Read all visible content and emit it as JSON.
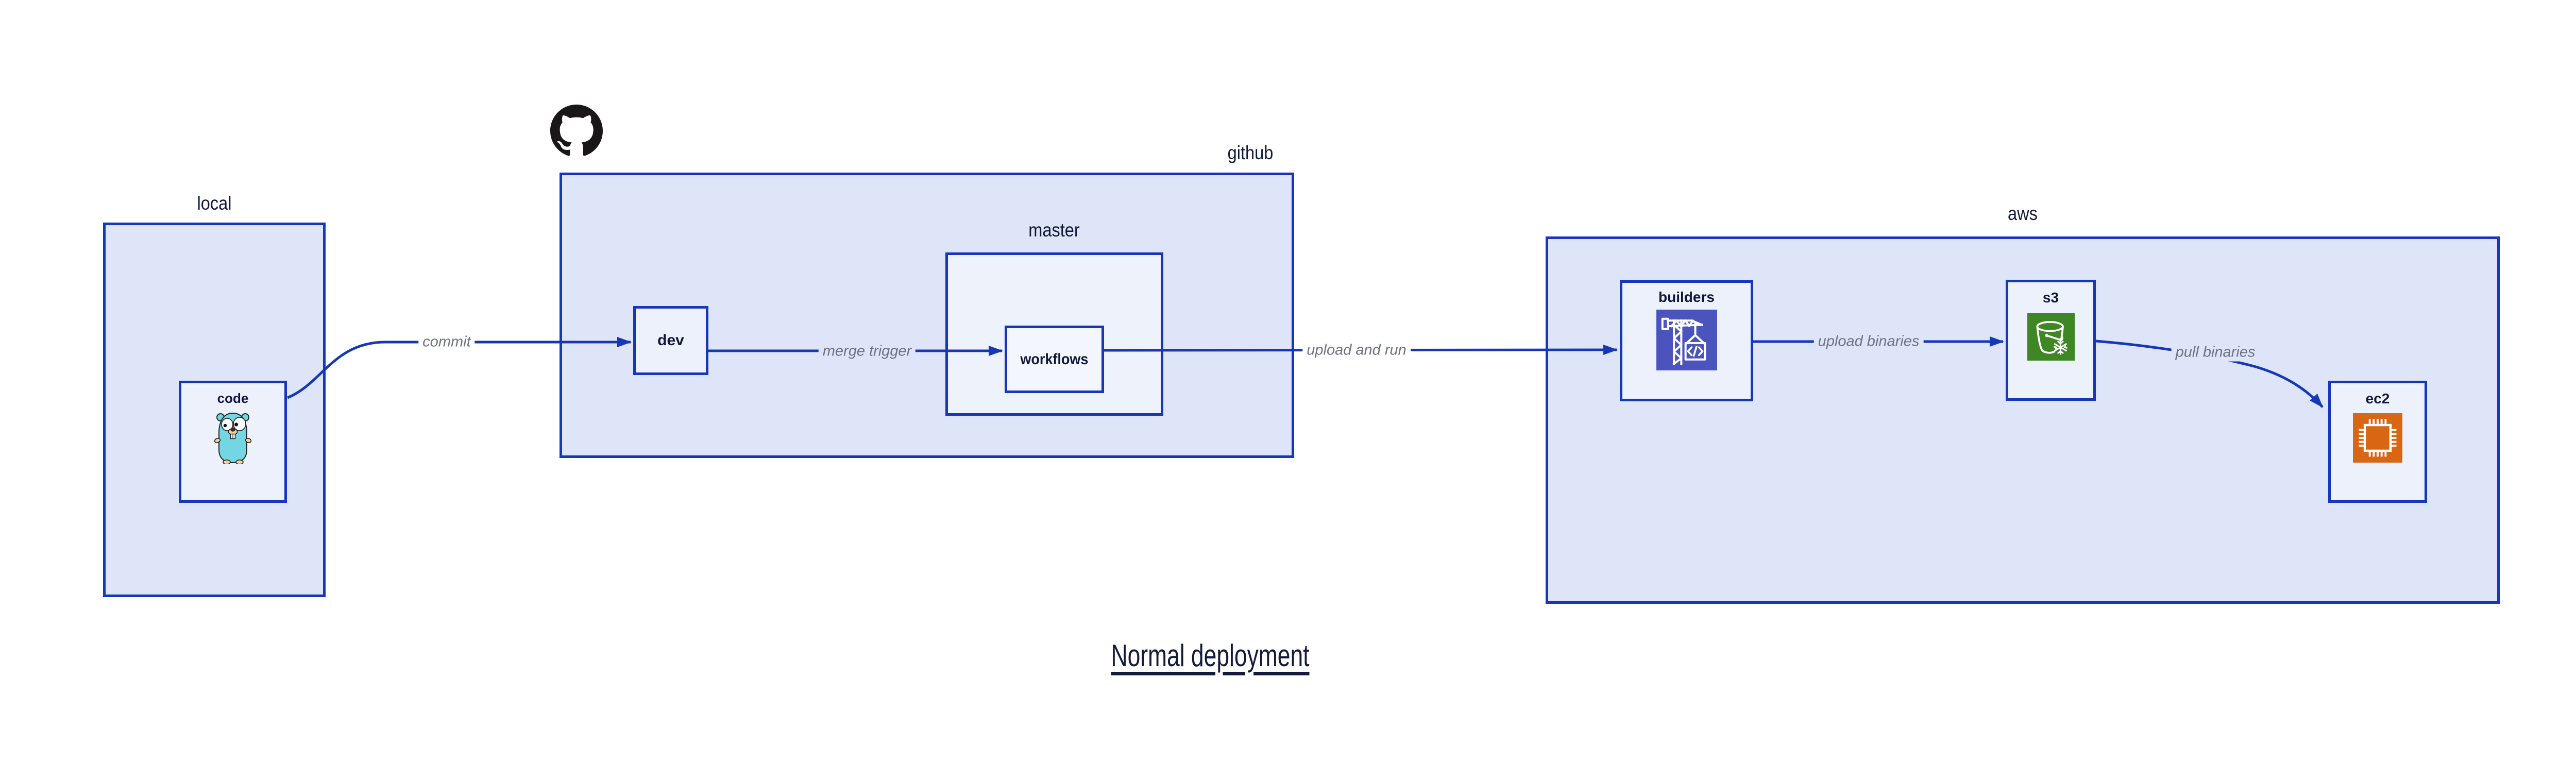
{
  "diagram_title": {
    "text": "Normal deployment"
  },
  "containers": {
    "local": {
      "label": "local"
    },
    "github": {
      "label": "github"
    },
    "master": {
      "label": "master"
    },
    "aws": {
      "label": "aws"
    }
  },
  "nodes": {
    "code": {
      "label": "code",
      "icon": "go-gopher-icon"
    },
    "dev": {
      "label": "dev"
    },
    "workflows": {
      "label": "workflows"
    },
    "builders": {
      "label": "builders",
      "icon": "codebuild-crane-icon"
    },
    "s3": {
      "label": "s3",
      "icon": "s3-glacier-bucket-icon"
    },
    "ec2": {
      "label": "ec2",
      "icon": "ec2-chip-icon"
    }
  },
  "edges": [
    {
      "id": "commit",
      "label": "commit",
      "from": "code",
      "to": "dev"
    },
    {
      "id": "merge-trigger",
      "label": "merge trigger",
      "from": "dev",
      "to": "workflows"
    },
    {
      "id": "upload-and-run",
      "label": "upload and run",
      "from": "workflows",
      "to": "builders"
    },
    {
      "id": "upload-binaries",
      "label": "upload binaries",
      "from": "builders",
      "to": "s3"
    },
    {
      "id": "pull-binaries",
      "label": "pull binaries",
      "from": "s3",
      "to": "ec2"
    }
  ],
  "colors": {
    "border_blue": "#1537b8",
    "container_fill": "#dee5f8",
    "node_fill": "#edf1fb",
    "workflows_fill": "#f3f6fd",
    "label_dark": "#121a3a",
    "edge_label_gray": "#6e7383",
    "codebuild_purple": "#4B53BC",
    "s3_green": "#3F8624",
    "ec2_orange": "#D86613",
    "github_black": "#191717",
    "gopher_teal": "#73d7e3"
  }
}
